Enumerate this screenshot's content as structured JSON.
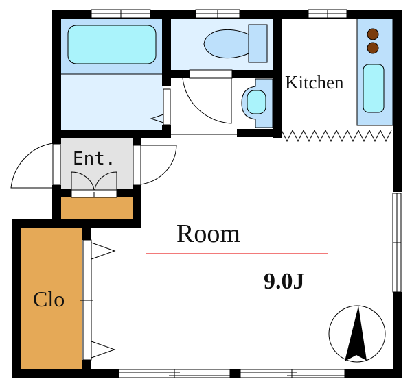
{
  "plan": {
    "type": "apartment floor plan",
    "rooms": {
      "kitchen": {
        "label": "Kitchen"
      },
      "entrance": {
        "label": "Ent."
      },
      "room": {
        "label": "Room",
        "size": "9.0J"
      },
      "closet": {
        "label": "Clo"
      },
      "bath": {
        "label": ""
      },
      "toilet": {
        "label": ""
      },
      "washroom": {
        "label": ""
      }
    },
    "compass": {
      "direction": "north",
      "label": ""
    }
  },
  "colors": {
    "wall": "#000000",
    "wet_area_light": "#dff1ff",
    "fixture_blue": "#bde0fb",
    "fixture_cyan": "#aaf3fb",
    "entrance_floor": "#e3e3e3",
    "closet": "#e5a957",
    "stove_burner": "#7a3c0c",
    "room_divider": "#f27a7a"
  }
}
